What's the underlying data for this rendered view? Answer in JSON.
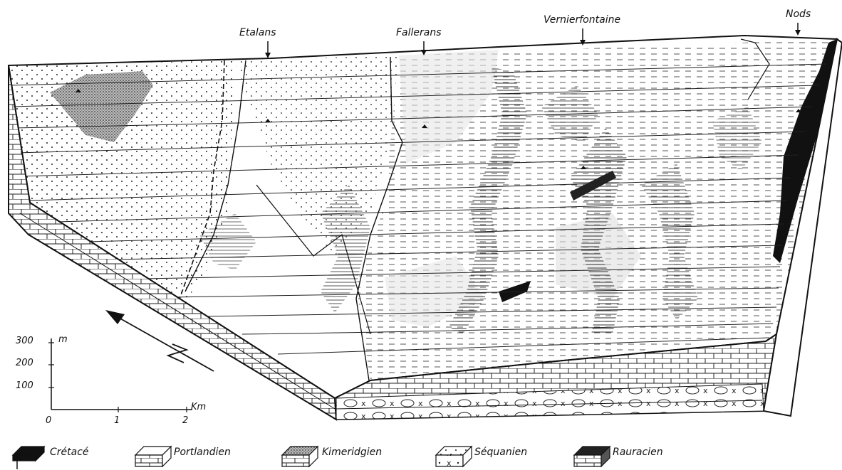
{
  "places": {
    "etalans": "Etalans",
    "fallerans": "Fallerans",
    "vernierfontaine": "Vernierfontaine",
    "nods": "Nods"
  },
  "scale": {
    "vertical_unit": "m",
    "vertical_ticks": [
      "300",
      "200",
      "100"
    ],
    "horizontal_unit": "Km",
    "horizontal_ticks": [
      "0",
      "1",
      "2"
    ]
  },
  "legend": {
    "items": [
      {
        "label": "Crétacé",
        "icon": "cretace-block-icon",
        "fill": "#111111"
      },
      {
        "label": "Portlandien",
        "icon": "portlandien-block-icon",
        "fill": "#ffffff"
      },
      {
        "label": "Kimeridgien",
        "icon": "kimeridgien-block-icon",
        "fill": "#777777"
      },
      {
        "label": "Séquanien",
        "icon": "sequanien-block-icon",
        "fill": "#dddddd"
      },
      {
        "label": "Rauracien",
        "icon": "rauracien-block-icon",
        "fill": "#333333"
      }
    ]
  },
  "colors": {
    "ink": "#111111",
    "paper": "#ffffff"
  }
}
